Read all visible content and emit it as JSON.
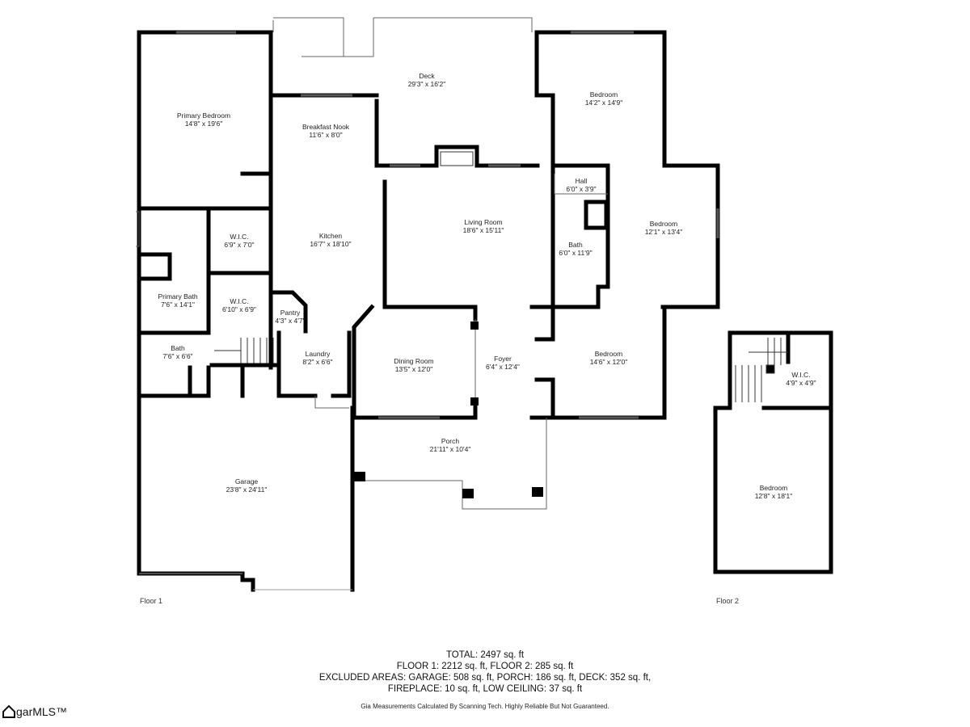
{
  "floors": [
    {
      "label": "Floor 1"
    },
    {
      "label": "Floor 2"
    }
  ],
  "rooms": [
    {
      "id": "deck",
      "name": "Deck",
      "dim": "29'3\" x 16'2\""
    },
    {
      "id": "primary-bedroom",
      "name": "Primary Bedroom",
      "dim": "14'8\" x 19'6\""
    },
    {
      "id": "breakfast-nook",
      "name": "Breakfast Nook",
      "dim": "11'6\" x 8'0\""
    },
    {
      "id": "bedroom-ne",
      "name": "Bedroom",
      "dim": "14'2\" x 14'9\""
    },
    {
      "id": "hall",
      "name": "Hall",
      "dim": "6'0\" x 3'9\""
    },
    {
      "id": "living-room",
      "name": "Living Room",
      "dim": "18'6\" x 15'11\""
    },
    {
      "id": "bedroom-e",
      "name": "Bedroom",
      "dim": "12'1\" x 13'4\""
    },
    {
      "id": "wic-1",
      "name": "W.I.C.",
      "dim": "6'9\" x 7'0\""
    },
    {
      "id": "kitchen",
      "name": "Kitchen",
      "dim": "16'7\" x 18'10\""
    },
    {
      "id": "bath-1",
      "name": "Bath",
      "dim": "6'0\" x 11'9\""
    },
    {
      "id": "primary-bath",
      "name": "Primary Bath",
      "dim": "7'6\" x 14'1\""
    },
    {
      "id": "wic-2",
      "name": "W.I.C.",
      "dim": "6'10\" x 6'9\""
    },
    {
      "id": "pantry",
      "name": "Pantry",
      "dim": "4'3\" x 4'7\""
    },
    {
      "id": "bath-2",
      "name": "Bath",
      "dim": "7'6\" x 6'6\""
    },
    {
      "id": "laundry",
      "name": "Laundry",
      "dim": "8'2\" x 6'6\""
    },
    {
      "id": "dining-room",
      "name": "Dining Room",
      "dim": "13'5\" x 12'0\""
    },
    {
      "id": "foyer",
      "name": "Foyer",
      "dim": "6'4\" x 12'4\""
    },
    {
      "id": "bedroom-se",
      "name": "Bedroom",
      "dim": "14'6\" x 12'0\""
    },
    {
      "id": "porch",
      "name": "Porch",
      "dim": "21'11\" x 10'4\""
    },
    {
      "id": "garage",
      "name": "Garage",
      "dim": "23'8\" x 24'11\""
    },
    {
      "id": "wic-3",
      "name": "W.I.C.",
      "dim": "4'9\" x 4'9\""
    },
    {
      "id": "bedroom-f2",
      "name": "Bedroom",
      "dim": "12'8\" x 18'1\""
    }
  ],
  "summary": {
    "total": "TOTAL: 2497 sq. ft",
    "floors": "FLOOR 1: 2212 sq. ft, FLOOR 2: 285 sq. ft",
    "excluded": "EXCLUDED AREAS: GARAGE: 508 sq. ft, PORCH: 186 sq. ft, DECK: 352 sq. ft,",
    "extra": "FIREPLACE: 10 sq. ft, LOW CEILING: 37 sq. ft"
  },
  "disclaimer": "Gia Measurements Calculated By Scanning Tech. Highly Reliable But Not Guaranteed.",
  "logo": {
    "text": "garMLS™"
  }
}
